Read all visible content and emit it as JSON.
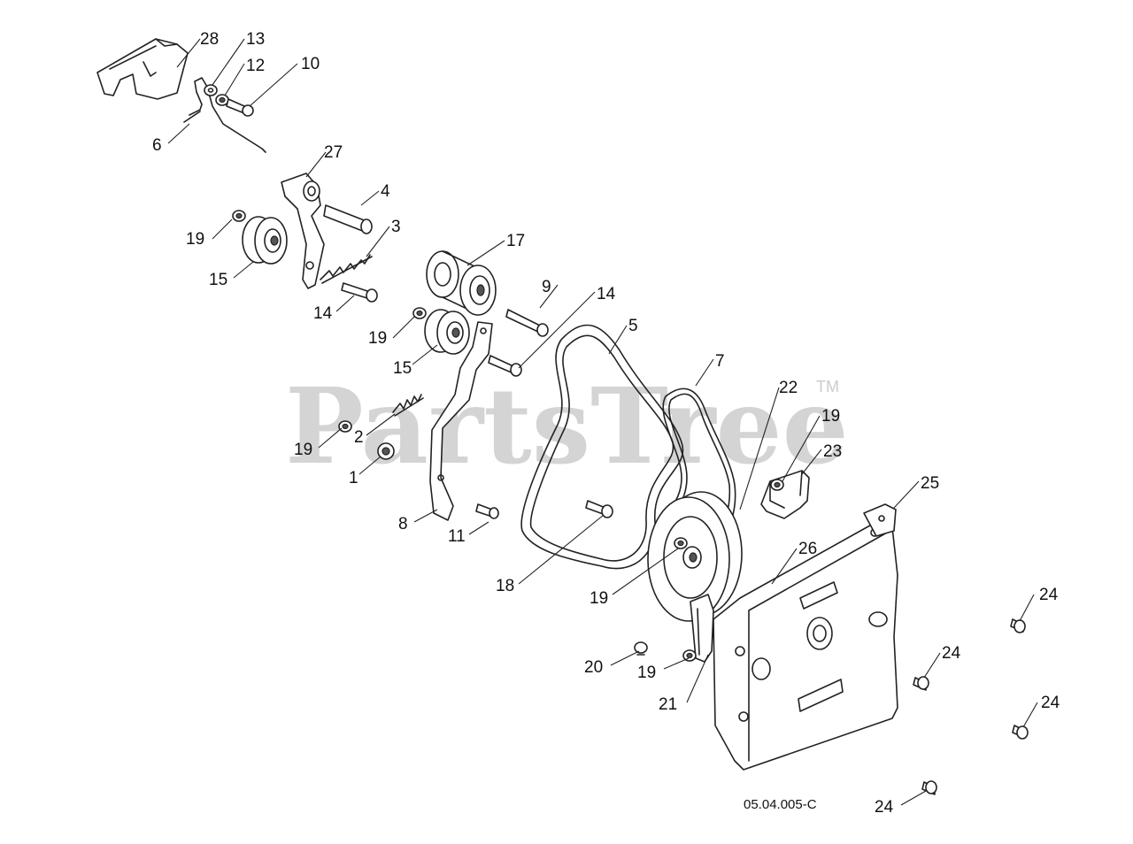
{
  "watermark": {
    "text": "PartsTree",
    "trademark": "TM"
  },
  "diagram_code": "05.04.005-C",
  "callouts": {
    "c28": "28",
    "c13": "13",
    "c12": "12",
    "c10": "10",
    "c6": "6",
    "c27": "27",
    "c4": "4",
    "c3": "3",
    "c19a": "19",
    "c15a": "15",
    "c14a": "14",
    "c17": "17",
    "c9": "9",
    "c14b": "14",
    "c5": "5",
    "c19b": "19",
    "c15b": "15",
    "c7": "7",
    "c22": "22",
    "c19c": "19",
    "c23": "23",
    "c19d": "19",
    "c2": "2",
    "c1": "1",
    "c8": "8",
    "c11": "11",
    "c25": "25",
    "c18": "18",
    "c26": "26",
    "c19e": "19",
    "c24a": "24",
    "c24b": "24",
    "c20": "20",
    "c19f": "19",
    "c21": "21",
    "c24c": "24",
    "c24d": "24"
  },
  "colors": {
    "line": "#222222",
    "watermark": "#d4d4d4",
    "background": "#ffffff"
  }
}
